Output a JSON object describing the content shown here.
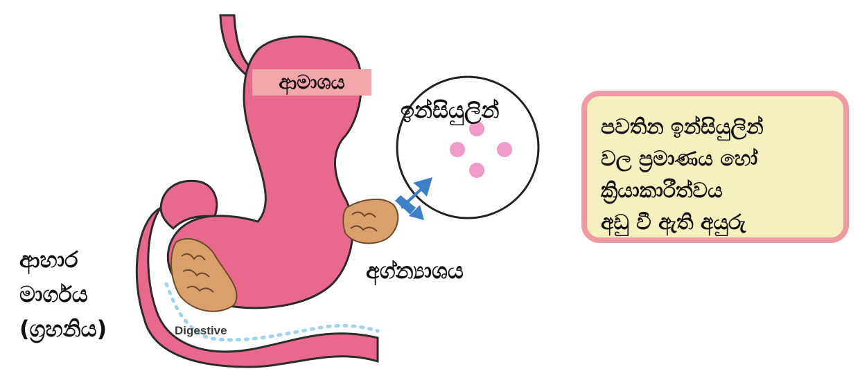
{
  "labels": {
    "stomach": "ආමාශය",
    "insulin": "ඉන්සියුලින්",
    "pancreas": "අග්න්‍යාශය",
    "digestive_tract": [
      "ආහාර",
      "මාර්ගය",
      "(ග්‍රහනිය)"
    ],
    "digestive_english": "Digestive"
  },
  "info_box": {
    "lines": [
      "පවතින ඉන්සියුලින්",
      "වල ප්‍රමාණය හෝ",
      "ක්‍රියාකාරීත්වය",
      "අඩු වී ඇති අයුරු"
    ]
  },
  "colors": {
    "stomach": "#e8698d",
    "stomach_outline": "#2b2b2b",
    "pancreas": "#d9a06a",
    "arrow": "#3d7fc9",
    "insulin_particle": "#f09ac8",
    "info_border": "#ef9aa2",
    "info_fill": "#f6efc0"
  }
}
